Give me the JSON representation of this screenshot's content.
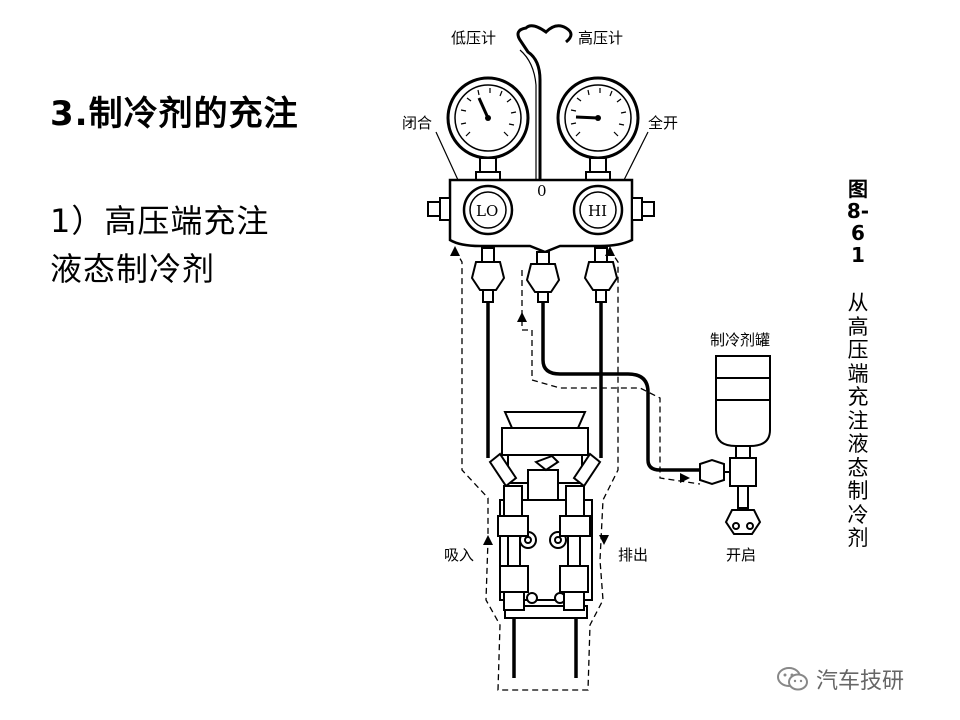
{
  "slide": {
    "heading": "3.制冷剂的充注",
    "subheading_line1": "1）高压端充注",
    "subheading_line2": "液态制冷剂"
  },
  "diagram": {
    "labels": {
      "low_gauge": "低压计",
      "high_gauge": "高压计",
      "closed": "闭合",
      "full_open": "全开",
      "zero": "0",
      "lo": "LO",
      "hi": "HI",
      "tank": "制冷剂罐",
      "suction": "吸入",
      "discharge": "排出",
      "open": "开启"
    },
    "figure_number": "图8-61",
    "figure_caption": "从高压端充注液态制冷剂"
  },
  "watermark": {
    "text": "汽车技研",
    "icon": "wechat-icon",
    "color": "#888888"
  }
}
